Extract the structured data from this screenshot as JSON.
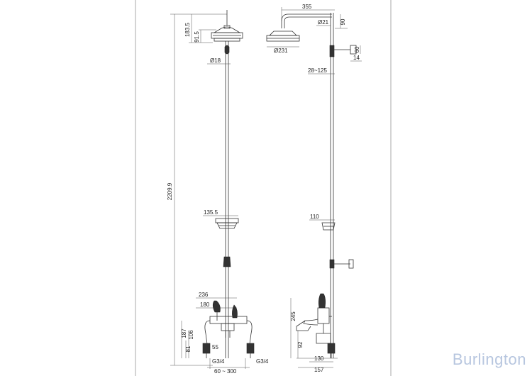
{
  "brand": "Burlington",
  "front_view": {
    "head_height": "183.5",
    "head_depth": "91.5",
    "riser_dia": "Ø18",
    "total_height": "2209.9",
    "soap_dish_width": "135.5",
    "valve_width_outer": "236",
    "valve_width_inner": "180",
    "valve_height_187": "187",
    "valve_height_106": "106",
    "valve_height_81": "81",
    "leg_height_55": "55",
    "thread_left": "G3/4",
    "thread_right": "G3/4",
    "centres": "60 ~ 300"
  },
  "side_view": {
    "arm_projection": "355",
    "arm_dia": "Ø21",
    "head_drop": "90",
    "head_dia": "Ø231",
    "bracket_height": "60",
    "bracket_depth": "14",
    "slide_range": "28~125",
    "soap_dish_width": "110",
    "valve_height_245": "245",
    "valve_height_92": "92",
    "spout_depth": "130",
    "body_depth": "157"
  }
}
